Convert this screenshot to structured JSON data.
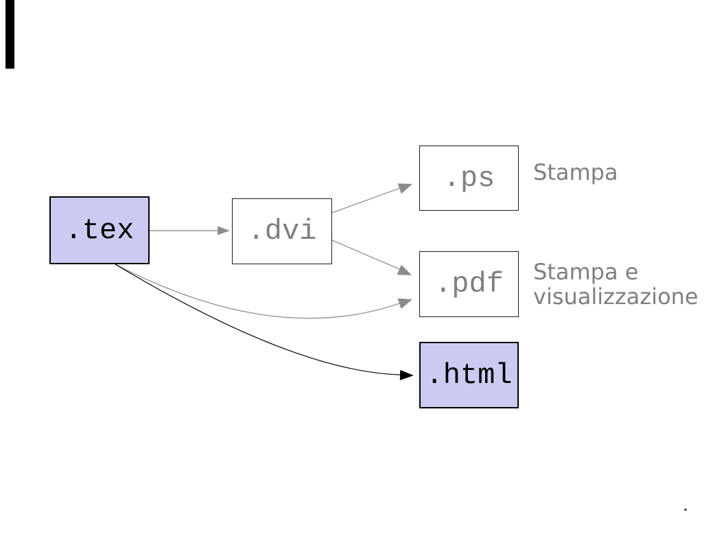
{
  "slide": {
    "background": "#ffffff",
    "description_type": "latex-workflow-diagram"
  },
  "boxes": {
    "tex": {
      "label": ".tex",
      "style": "highlighted"
    },
    "dvi": {
      "label": ".dvi",
      "style": "plain"
    },
    "ps": {
      "label": ".ps",
      "style": "plain"
    },
    "pdf": {
      "label": ".pdf",
      "style": "plain"
    },
    "html": {
      "label": ".html",
      "style": "highlighted"
    }
  },
  "annotations": {
    "ps_label": "Stampa",
    "pdf_label_line1": "Stampa e",
    "pdf_label_line2": "visualizzazione"
  },
  "edges": [
    {
      "from": ".tex",
      "to": ".dvi",
      "shape": "straight",
      "color": "gray"
    },
    {
      "from": ".dvi",
      "to": ".ps",
      "shape": "straight",
      "color": "gray"
    },
    {
      "from": ".dvi",
      "to": ".pdf",
      "shape": "straight",
      "color": "gray"
    },
    {
      "from": ".tex",
      "to": ".pdf",
      "shape": "curved",
      "color": "gray"
    },
    {
      "from": ".tex",
      "to": ".html",
      "shape": "curved",
      "color": "black"
    }
  ],
  "colors": {
    "highlight_box_fill": "#cbcbf2",
    "plain_box_fill": "#ffffff",
    "box_border": "#000000",
    "gray_text": "#7f7f7f",
    "gray_line": "#969696",
    "gray_arrowhead": "#8c8c8c",
    "black_line": "#000000",
    "annotation_text": "#7f7f7f",
    "edge_bar": "#000000"
  }
}
